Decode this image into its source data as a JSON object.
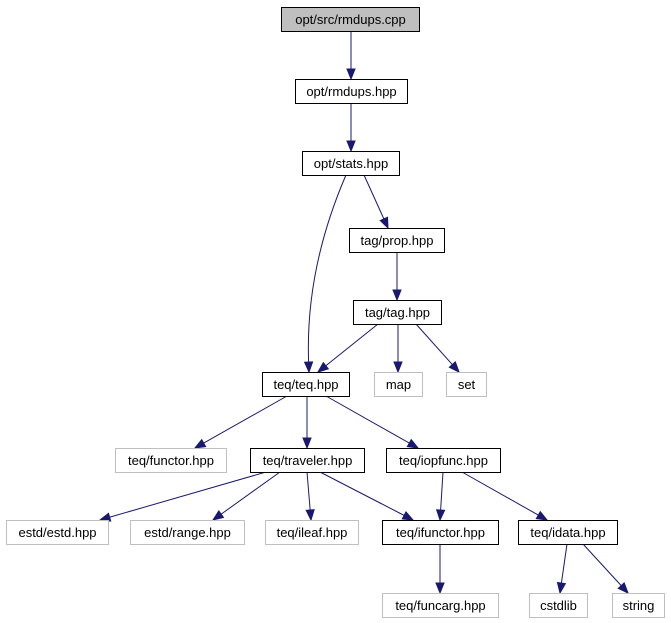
{
  "colors": {
    "edge": "#191970",
    "root_fill": "#bfbfbf",
    "documented_border": "#000000",
    "external_border": "#bfbfbf",
    "text": "#000000"
  },
  "nodes": {
    "rmdups_cpp": {
      "label": "opt/src/rmdups.cpp",
      "kind": "root"
    },
    "rmdups_hpp": {
      "label": "opt/rmdups.hpp",
      "kind": "documented"
    },
    "stats_hpp": {
      "label": "opt/stats.hpp",
      "kind": "documented"
    },
    "prop_hpp": {
      "label": "tag/prop.hpp",
      "kind": "documented"
    },
    "tag_hpp": {
      "label": "tag/tag.hpp",
      "kind": "documented"
    },
    "teq_hpp": {
      "label": "teq/teq.hpp",
      "kind": "documented"
    },
    "map": {
      "label": "map",
      "kind": "external"
    },
    "set": {
      "label": "set",
      "kind": "external"
    },
    "functor_hpp": {
      "label": "teq/functor.hpp",
      "kind": "external"
    },
    "traveler_hpp": {
      "label": "teq/traveler.hpp",
      "kind": "documented"
    },
    "iopfunc_hpp": {
      "label": "teq/iopfunc.hpp",
      "kind": "documented"
    },
    "estd_hpp": {
      "label": "estd/estd.hpp",
      "kind": "external"
    },
    "range_hpp": {
      "label": "estd/range.hpp",
      "kind": "external"
    },
    "ileaf_hpp": {
      "label": "teq/ileaf.hpp",
      "kind": "external"
    },
    "ifunctor_hpp": {
      "label": "teq/ifunctor.hpp",
      "kind": "documented"
    },
    "idata_hpp": {
      "label": "teq/idata.hpp",
      "kind": "documented"
    },
    "funcarg_hpp": {
      "label": "teq/funcarg.hpp",
      "kind": "external"
    },
    "cstdlib": {
      "label": "cstdlib",
      "kind": "external"
    },
    "string": {
      "label": "string",
      "kind": "external"
    }
  },
  "edges": [
    {
      "from": "rmdups_cpp",
      "to": "rmdups_hpp"
    },
    {
      "from": "rmdups_hpp",
      "to": "stats_hpp"
    },
    {
      "from": "stats_hpp",
      "to": "prop_hpp"
    },
    {
      "from": "stats_hpp",
      "to": "teq_hpp"
    },
    {
      "from": "prop_hpp",
      "to": "tag_hpp"
    },
    {
      "from": "tag_hpp",
      "to": "teq_hpp"
    },
    {
      "from": "tag_hpp",
      "to": "map"
    },
    {
      "from": "tag_hpp",
      "to": "set"
    },
    {
      "from": "teq_hpp",
      "to": "functor_hpp"
    },
    {
      "from": "teq_hpp",
      "to": "traveler_hpp"
    },
    {
      "from": "teq_hpp",
      "to": "iopfunc_hpp"
    },
    {
      "from": "traveler_hpp",
      "to": "estd_hpp"
    },
    {
      "from": "traveler_hpp",
      "to": "range_hpp"
    },
    {
      "from": "traveler_hpp",
      "to": "ileaf_hpp"
    },
    {
      "from": "traveler_hpp",
      "to": "ifunctor_hpp"
    },
    {
      "from": "iopfunc_hpp",
      "to": "ifunctor_hpp"
    },
    {
      "from": "iopfunc_hpp",
      "to": "idata_hpp"
    },
    {
      "from": "ifunctor_hpp",
      "to": "funcarg_hpp"
    },
    {
      "from": "idata_hpp",
      "to": "cstdlib"
    },
    {
      "from": "idata_hpp",
      "to": "string"
    }
  ]
}
